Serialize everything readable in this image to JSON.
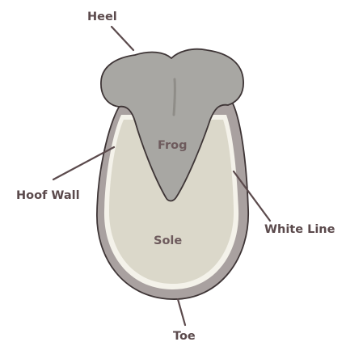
{
  "labels": {
    "heel": "Heel",
    "frog": "Frog",
    "hoof_wall": "Hoof Wall",
    "white_line": "White Line",
    "sole": "Sole",
    "toe": "Toe"
  },
  "colors": {
    "hoof_wall": "#a9a1a0",
    "white_line": "#f4f2ea",
    "sole": "#dbd8ca",
    "frog": "#a8a7a3",
    "outline": "#3e3536",
    "label_text": "#5b4a4c"
  }
}
